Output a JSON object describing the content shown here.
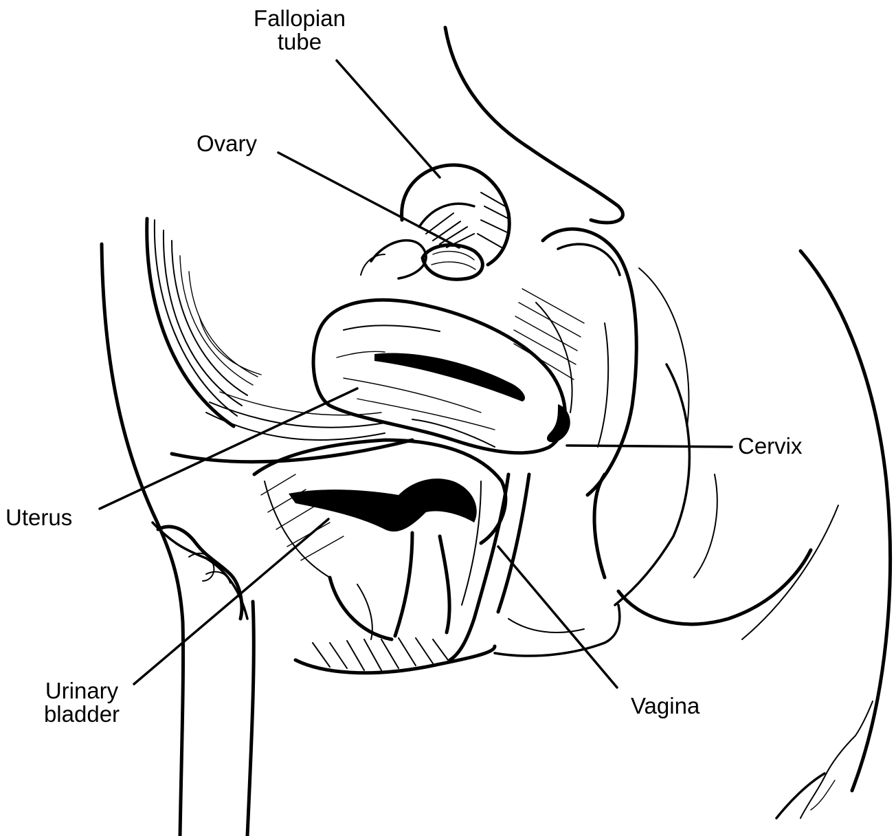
{
  "labels": {
    "fallopian_tube": [
      "Fallopian",
      "tube"
    ],
    "ovary": "Ovary",
    "uterus": "Uterus",
    "cervix": "Cervix",
    "urinary_bladder": [
      "Urinary",
      "bladder"
    ],
    "vagina": "Vagina"
  },
  "colors": {
    "ink": "#000000",
    "background": "#ffffff"
  }
}
